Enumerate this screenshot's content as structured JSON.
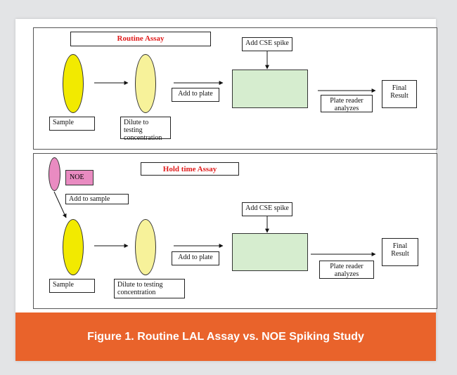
{
  "routine": {
    "title": "Routine Assay",
    "sample": "Sample",
    "dilute": "Dilute to testing concentration",
    "add_to_plate": "Add to plate",
    "add_cse": "Add CSE spike",
    "plate_reader": "Plate reader analyzes",
    "final": "Final Result"
  },
  "hold": {
    "title": "Hold time Assay",
    "noe": "NOE",
    "add_to_sample": "Add to sample",
    "sample": "Sample",
    "dilute": "Dilute to testing concentration",
    "add_to_plate": "Add to plate",
    "add_cse": "Add CSE spike",
    "plate_reader": "Plate reader analyzes",
    "final": "Final Result"
  },
  "colors": {
    "sample_yellow": "#f2ea00",
    "dilute_yellow": "#f7f29a",
    "plate_green": "#d6edcf",
    "noe_pink": "#e98bc1",
    "banner_orange": "#e9632b",
    "title_red": "#e01b1b"
  },
  "caption": "Figure 1. Routine LAL Assay vs. NOE Spiking Study"
}
